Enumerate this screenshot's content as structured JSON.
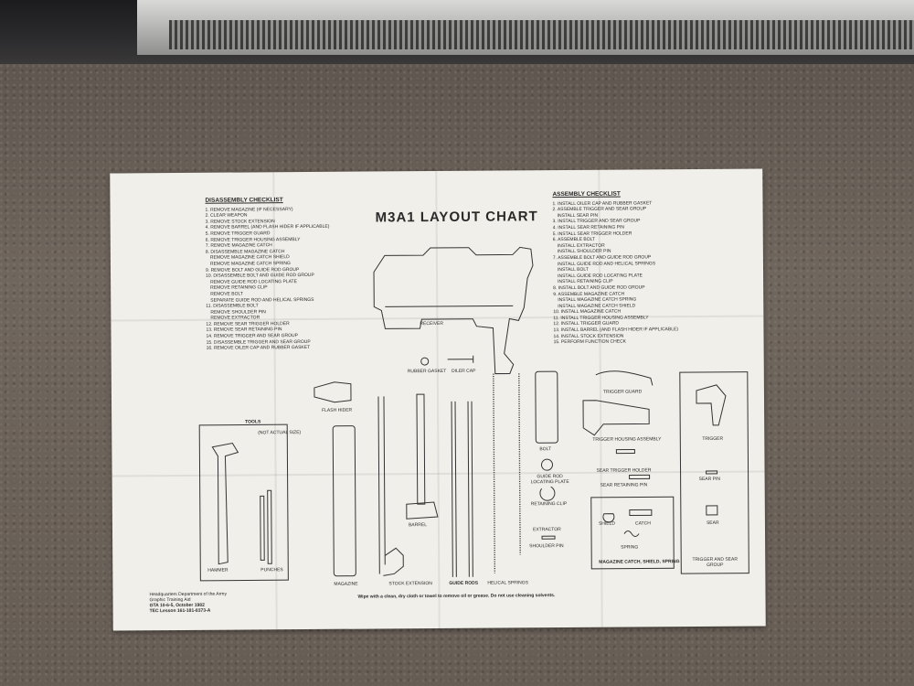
{
  "chart": {
    "title": "M3A1 LAYOUT CHART",
    "disassembly": {
      "heading": "DISASSEMBLY CHECKLIST",
      "items": [
        "1. REMOVE MAGAZINE (IF NECESSARY)",
        "2. CLEAR WEAPON",
        "3. REMOVE STOCK EXTENSION",
        "4. REMOVE BARREL (AND FLASH HIDER IF APPLICABLE)",
        "5. REMOVE TRIGGER GUARD",
        "6. REMOVE TRIGGER HOUSING ASSEMBLY",
        "7. REMOVE MAGAZINE CATCH",
        "8. DISASSEMBLE MAGAZINE CATCH",
        "REMOVE MAGAZINE CATCH SHIELD",
        "REMOVE MAGAZINE CATCH SPRING",
        "9. REMOVE BOLT AND GUIDE ROD GROUP",
        "10. DISASSEMBLE BOLT AND GUIDE ROD GROUP",
        "REMOVE GUIDE ROD LOCATING PLATE",
        "REMOVE RETAINING CLIP",
        "REMOVE BOLT",
        "SEPARATE GUIDE ROD AND HELICAL SPRINGS",
        "11. DISASSEMBLE BOLT",
        "REMOVE SHOULDER PIN",
        "REMOVE EXTRACTOR",
        "12. REMOVE SEAR TRIGGER HOLDER",
        "13. REMOVE SEAR RETAINING PIN",
        "14. REMOVE TRIGGER AND SEAR GROUP",
        "15. DISASSEMBLE TRIGGER AND SEAR GROUP",
        "16. REMOVE OILER CAP AND RUBBER GASKET"
      ]
    },
    "assembly": {
      "heading": "ASSEMBLY CHECKLIST",
      "items": [
        "1. INSTALL OILER CAP AND RUBBER GASKET",
        "2. ASSEMBLE TRIGGER AND SEAR GROUP",
        "INSTALL SEAR PIN",
        "3. INSTALL TRIGGER AND SEAR GROUP",
        "4. INSTALL SEAR RETAINING PIN",
        "5. INSTALL SEAR TRIGGER HOLDER",
        "6. ASSEMBLE BOLT",
        "INSTALL EXTRACTOR",
        "INSTALL SHOULDER PIN",
        "7. ASSEMBLE BOLT AND GUIDE ROD GROUP",
        "INSTALL GUIDE ROD AND HELICAL SPRINGS",
        "INSTALL BOLT",
        "INSTALL GUIDE ROD LOCATING PLATE",
        "INSTALL RETAINING CLIP",
        "8. INSTALL BOLT AND GUIDE ROD GROUP",
        "9. ASSEMBLE MAGAZINE CATCH",
        "INSTALL MAGAZINE CATCH SPRING",
        "INSTALL MAGAZINE CATCH SHIELD",
        "10. INSTALL MAGAZINE CATCH",
        "11. INSTALL TRIGGER HOUSING ASSEMBLY",
        "12. INSTALL TRIGGER GUARD",
        "13. INSTALL BARREL (AND FLASH HIDER IF APPLICABLE)",
        "14. INSTALL STOCK EXTENSION",
        "15. PERFORM FUNCTION CHECK"
      ]
    },
    "labels": {
      "receiver": "RECEIVER",
      "rubber_gasket": "RUBBER GASKET",
      "oiler_cap": "OILER CAP",
      "flash_hider": "FLASH HIDER",
      "tools": "TOOLS",
      "not_actual_size": "(NOT ACTUAL SIZE)",
      "hammer": "HAMMER",
      "punches": "PUNCHES",
      "magazine": "MAGAZINE",
      "stock_extension": "STOCK EXTENSION",
      "barrel": "BARREL",
      "guide_rods": "GUIDE RODS",
      "helical_springs": "HELICAL SPRINGS",
      "bolt": "BOLT",
      "guide_rod_locating_plate": "GUIDE ROD LOCATING PLATE",
      "retaining_clip": "RETAINING CLIP",
      "extractor": "EXTRACTOR",
      "shoulder_pin": "SHOULDER PIN",
      "trigger_guard": "TRIGGER GUARD",
      "trigger_housing_assembly": "TRIGGER HOUSING ASSEMBLY",
      "sear_trigger_holder": "SEAR TRIGGER HOLDER",
      "sear_retaining_pin": "SEAR RETAINING PIN",
      "shield": "SHIELD",
      "catch": "CATCH",
      "spring": "SPRING",
      "magazine_group": "MAGAZINE CATCH, SHIELD, SPRING",
      "trigger": "TRIGGER",
      "sear_pin": "SEAR PIN",
      "sear": "SEAR",
      "trigger_sear_group": "TRIGGER AND SEAR GROUP"
    },
    "note": "Wipe with a clean, dry cloth or towel to remove oil or grease. Do not use cleaning solvents.",
    "footer": {
      "line1": "Headquarters Department of the Army Graphic Training Aid",
      "line2": "GTA 10-6-5, October 1982",
      "line3": "TEC Lesson 161-181-8373-A"
    }
  }
}
